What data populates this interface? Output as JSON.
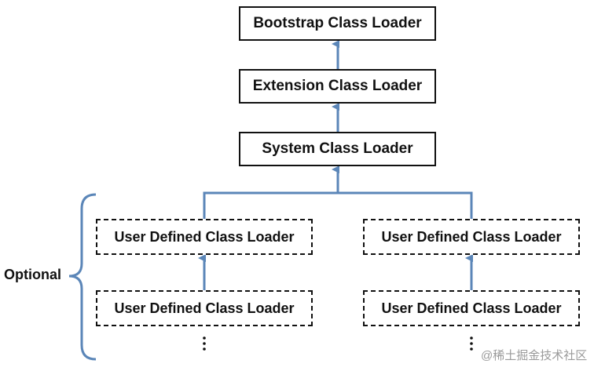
{
  "diagram": {
    "boxes": {
      "bootstrap": "Bootstrap Class Loader",
      "extension": "Extension Class Loader",
      "system": "System Class Loader",
      "user_left_top": "User Defined Class Loader",
      "user_left_bottom": "User Defined Class Loader",
      "user_right_top": "User Defined Class Loader",
      "user_right_bottom": "User Defined Class Loader"
    },
    "optional_label": "Optional",
    "watermark": "@稀土掘金技术社区",
    "colors": {
      "arrow": "#5b86b8",
      "box_border": "#111111",
      "text": "#111111"
    }
  }
}
